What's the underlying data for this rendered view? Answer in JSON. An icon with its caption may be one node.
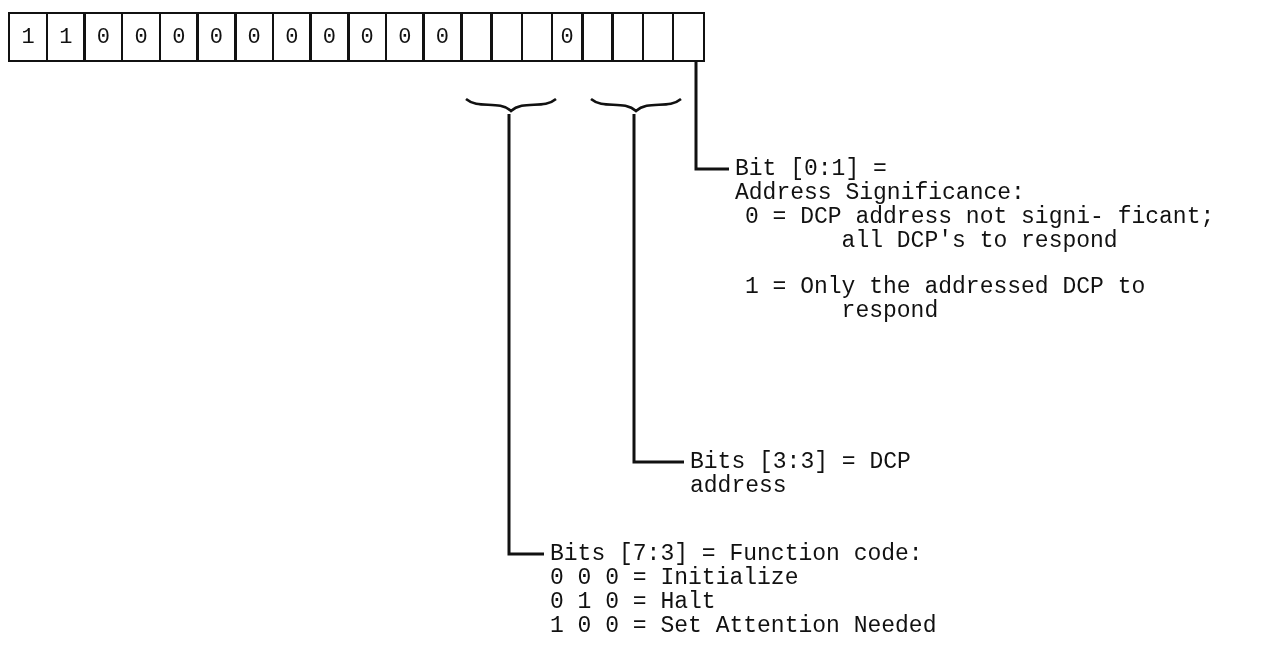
{
  "diagram": {
    "nodes": [
      {
        "text": [
          "1"
        ]
      },
      {
        "text": [
          "1"
        ]
      },
      {
        "text": [
          "0"
        ]
      },
      {
        "text": [
          "0"
        ]
      },
      {
        "text": [
          "0"
        ]
      },
      {
        "text": [
          "0"
        ]
      },
      {
        "text": [
          "0"
        ]
      },
      {
        "text": [
          "0"
        ]
      },
      {
        "text": [
          "0"
        ]
      },
      {
        "text": [
          "0"
        ]
      },
      {
        "text": [
          "0"
        ]
      },
      {
        "text": [
          "0"
        ]
      },
      {
        "text": [],
        "shape": "box"
      },
      {
        "text": [],
        "shape": "box"
      },
      {
        "text": [],
        "shape": "box"
      },
      {
        "text": [
          "0"
        ]
      },
      {
        "text": [],
        "shape": "box"
      },
      {
        "text": [],
        "shape": "box"
      },
      {
        "text": [],
        "shape": "box"
      },
      {
        "text": [],
        "shape": "box"
      },
      {
        "text": [],
        "shape": "bracket"
      },
      {
        "text": [],
        "shape": "bracket"
      },
      {
        "text": [
          "Bit [0:1] =",
          "Address Significance:",
          "0 = DCP address not signi- ficant; all DCP's to respond",
          "1 = Only the addressed DCP to respond"
        ]
      },
      {
        "text": [
          "Bits [3:3] = DCP address"
        ]
      },
      {
        "text": [
          "Bits [7:3] = Function code:",
          "0 0 0 = Initialize",
          "0 1 0 = Halt",
          "1 0 0 = Set Attention Needed"
        ]
      }
    ],
    "edges": [
      {
        "from": 22,
        "to": 19,
        "arrow": "none"
      },
      {
        "from": 23,
        "to": 21,
        "arrow": "none"
      },
      {
        "from": 24,
        "to": 20,
        "arrow": "none"
      }
    ]
  }
}
